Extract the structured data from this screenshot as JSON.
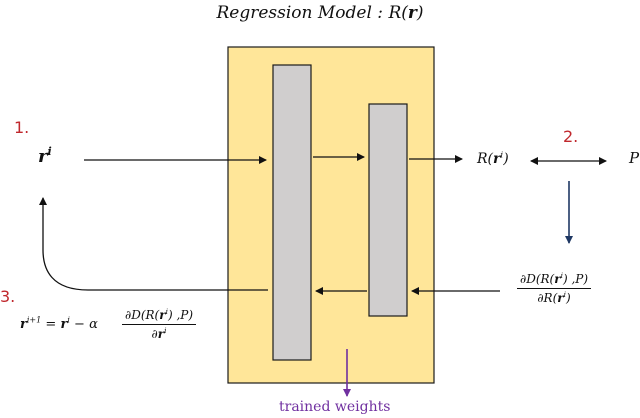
{
  "title": "Regression Model : R(r)",
  "steps": {
    "one": "1.",
    "two": "2.",
    "three": "3."
  },
  "labels": {
    "r_i": "ri",
    "output": "R(ri)",
    "target": "P",
    "gradient_num": "∂D(R(ri),P)",
    "gradient_den": "∂R(ri)",
    "update_lhs": "ri+1 = ri − α",
    "update_num": "∂D(R(ri),P)",
    "update_den": "∂ri",
    "trained_weights": "trained weights"
  },
  "colors": {
    "model_box_fill": "#ffe699",
    "layer_fill": "#d0cece",
    "step_numbers": "#c0282d",
    "gradient_arrow": "#1f3864",
    "weights_arrow": "#7030a0"
  }
}
